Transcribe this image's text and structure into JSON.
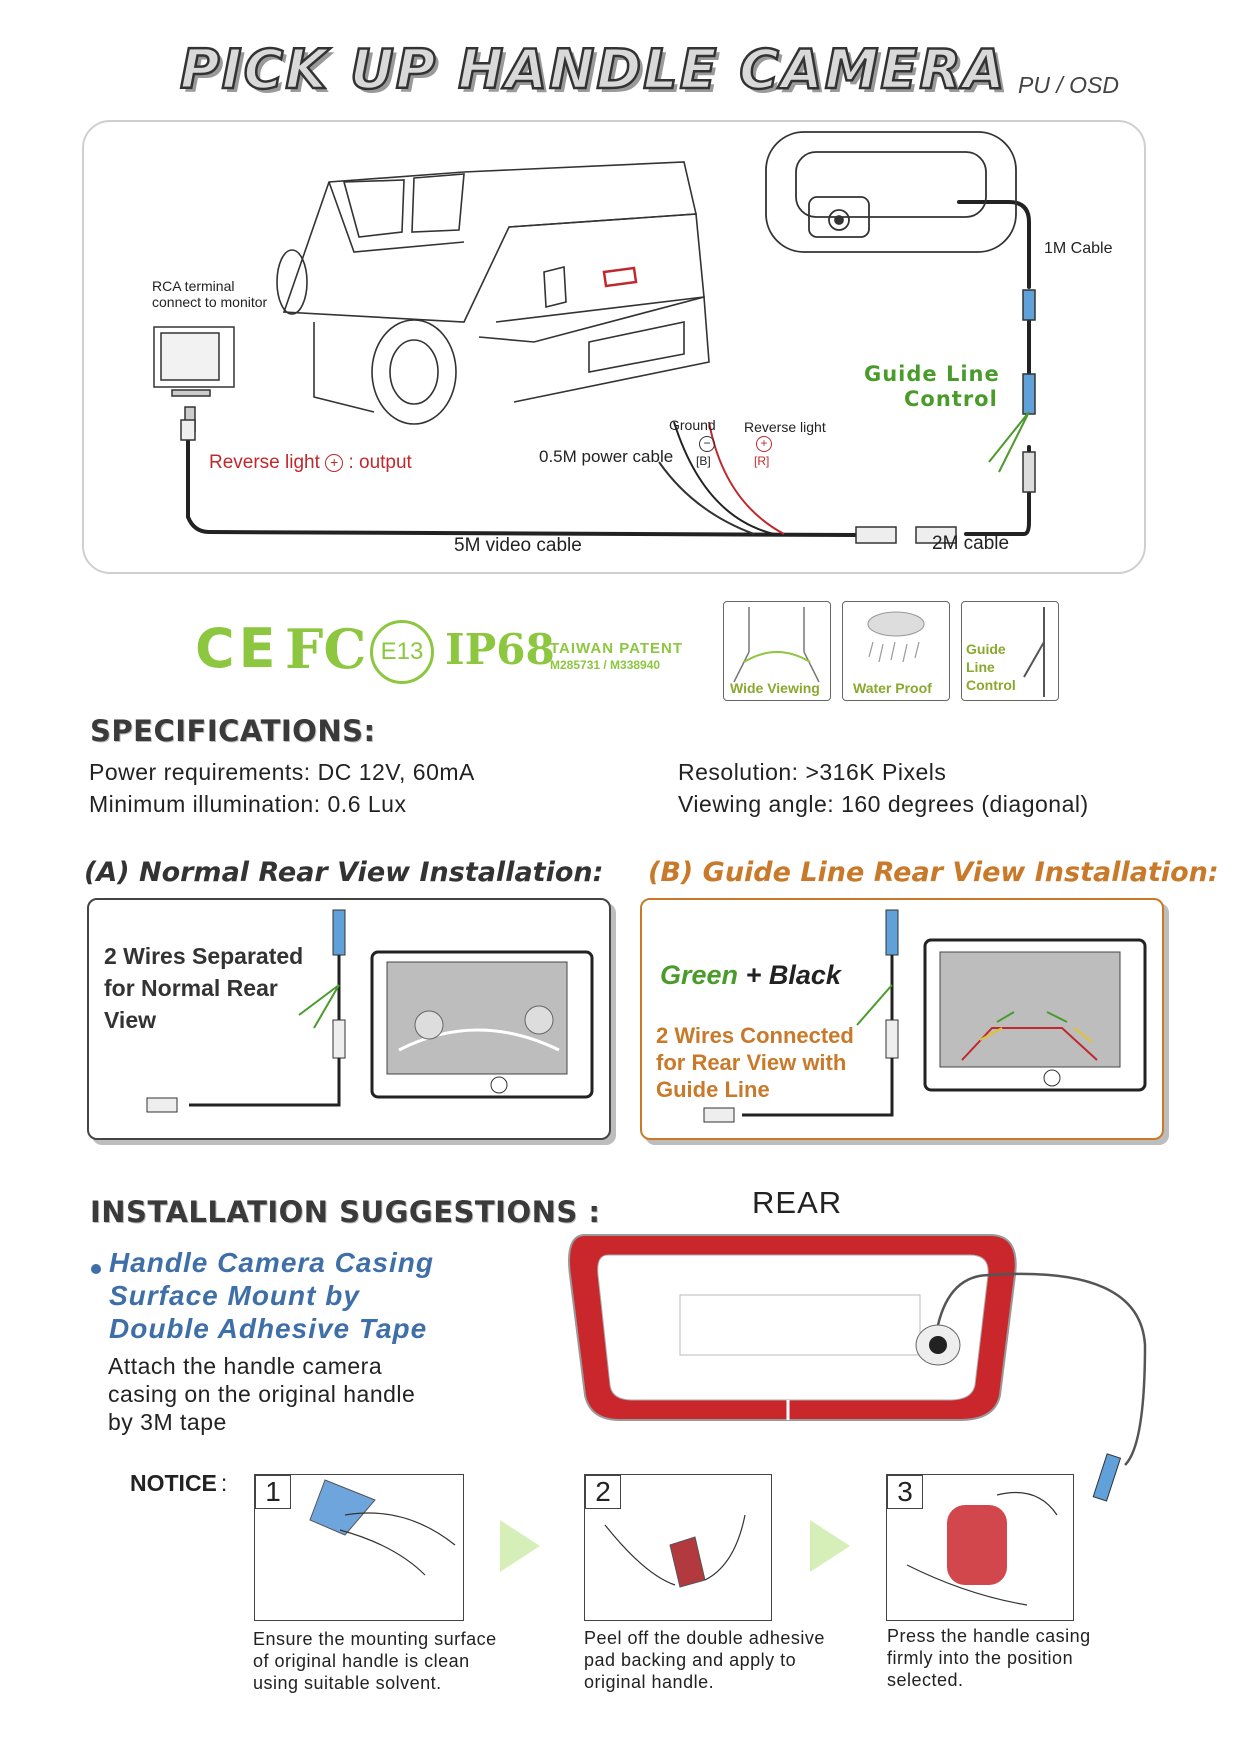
{
  "header": {
    "title": "PICK UP HANDLE CAMERA",
    "subtitle": "PU / OSD"
  },
  "diagram": {
    "rca_label": "RCA  terminal\nconnect  to  monitor",
    "reverse_output": "Reverse light",
    "reverse_output_suffix": ": output",
    "power_cable": "0.5M power cable",
    "ground": "Ground",
    "ground_code": "[B]",
    "reverse_light": "Reverse light",
    "reverse_code": "[R]",
    "cable_1m": "1M Cable",
    "guide_line": "Guide Line",
    "control": "Control",
    "video_cable": "5M video cable",
    "cable_2m": "2M cable"
  },
  "certs": {
    "ce": "CE",
    "fcc": "FC",
    "e13": "E13",
    "ip": "IP68",
    "patent_title": "TAIWAN PATENT",
    "patent_numbers": "M285731 / M338940"
  },
  "features": [
    {
      "label": "Wide Viewing"
    },
    {
      "label": "Water Proof"
    },
    {
      "label": "Guide\nLine\nControl"
    }
  ],
  "specs": {
    "heading": "SPECIFICATIONS:",
    "power": "Power requirements: DC 12V, 60mA",
    "illumination": "Minimum illumination: 0.6 Lux",
    "resolution": "Resolution: >316K Pixels",
    "angle": "Viewing angle: 160 degrees (diagonal)"
  },
  "section_a": {
    "title": "(A) Normal Rear View Installation:",
    "text": "2 Wires Separated\nfor Normal Rear\nView"
  },
  "section_b": {
    "title": "(B) Guide Line Rear View Installation:",
    "green": "Green",
    "plus": "+",
    "black": "Black",
    "text": "2 Wires Connected\nfor Rear View with\nGuide Line"
  },
  "install": {
    "heading": "INSTALLATION SUGGESTIONS :",
    "bullet": "Handle Camera Casing\nSurface Mount by\nDouble Adhesive Tape",
    "desc": "Attach the handle camera\ncasing on the original handle\nby 3M tape",
    "rear": "REAR"
  },
  "notice": {
    "label": "NOTICE",
    "colon": ":",
    "steps": [
      {
        "num": "1",
        "text": "Ensure the mounting surface\nof original handle  is clean\nusing suitable solvent."
      },
      {
        "num": "2",
        "text": "Peel off the double adhesive\npad backing and apply to\noriginal handle."
      },
      {
        "num": "3",
        "text": "Press the handle casing\nfirmly into the position\nselected."
      }
    ]
  },
  "colors": {
    "red": "#c0282d",
    "green": "#4a9b2c",
    "orange": "#c87a2a",
    "blue": "#3f6fa8",
    "cert_green": "#8dc63f"
  }
}
